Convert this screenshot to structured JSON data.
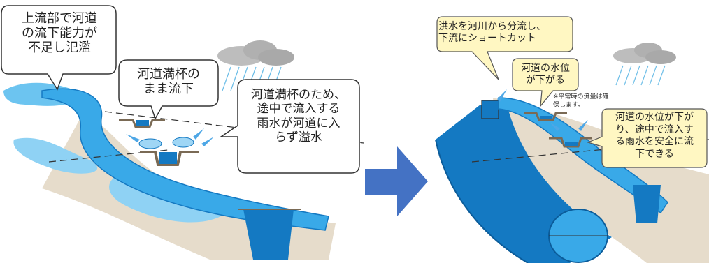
{
  "left": {
    "callout_upstream": "上流部で河道\nの流下能力が\n不足し氾濫",
    "callout_full": "河道満杯の\nまま流下",
    "callout_rain": "河道満杯のため、\n途中で流入する\n雨水が河道に入\nらず溢水"
  },
  "right": {
    "callout_divert": "洪水を河川から分流し、\n下流にショートカット",
    "callout_level": "河道の水位\nが下がる",
    "note_normal": "※平常時の流量は確\n保します。",
    "callout_safe": "河道の水位が下が\nり、途中で流入す\nる雨水を安全に流\n下できる"
  },
  "colors": {
    "water": "#39a9e8",
    "water_dark": "#1479c2",
    "bank": "#c9b79a",
    "arrow": "#4472c4",
    "yellow": "#fff7c2",
    "cloud": "#9a9a9a"
  }
}
